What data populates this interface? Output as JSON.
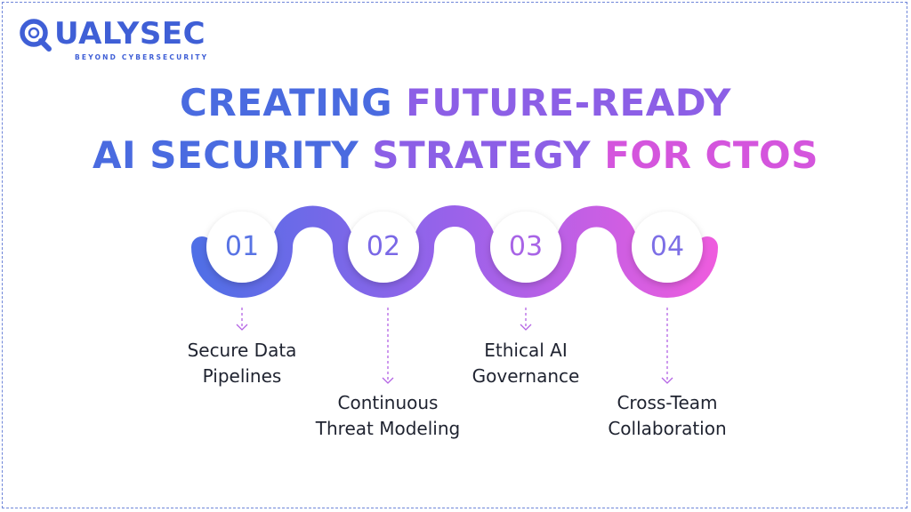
{
  "brand": {
    "name": "QUALYSEC",
    "name_rest": "UALYSEC",
    "tagline": "BEYOND CYBERSECURITY"
  },
  "title": {
    "line1": [
      {
        "text": "CREATING ",
        "tone": "blue"
      },
      {
        "text": "FUTURE-READY",
        "tone": "violet"
      }
    ],
    "line2": [
      {
        "text": "AI SECURITY ",
        "tone": "blue"
      },
      {
        "text": "STRATEGY ",
        "tone": "violet"
      },
      {
        "text": "FOR CTOS",
        "tone": "pink"
      }
    ]
  },
  "steps": [
    {
      "number": "01",
      "label_lines": [
        "Secure Data",
        "Pipelines"
      ]
    },
    {
      "number": "02",
      "label_lines": [
        "Continuous",
        "Threat Modeling"
      ]
    },
    {
      "number": "03",
      "label_lines": [
        "Ethical AI",
        "Governance"
      ]
    },
    {
      "number": "04",
      "label_lines": [
        "Cross-Team",
        "Collaboration"
      ]
    }
  ],
  "colors": {
    "blue": "#4a6be0",
    "violet": "#8c5fe6",
    "pink": "#d455dd",
    "gradient_start": "#4e6fe6",
    "gradient_mid": "#9a62ea",
    "gradient_end": "#ef5cde",
    "label_text": "#1f2330",
    "frame_border": "#6f86d9"
  }
}
